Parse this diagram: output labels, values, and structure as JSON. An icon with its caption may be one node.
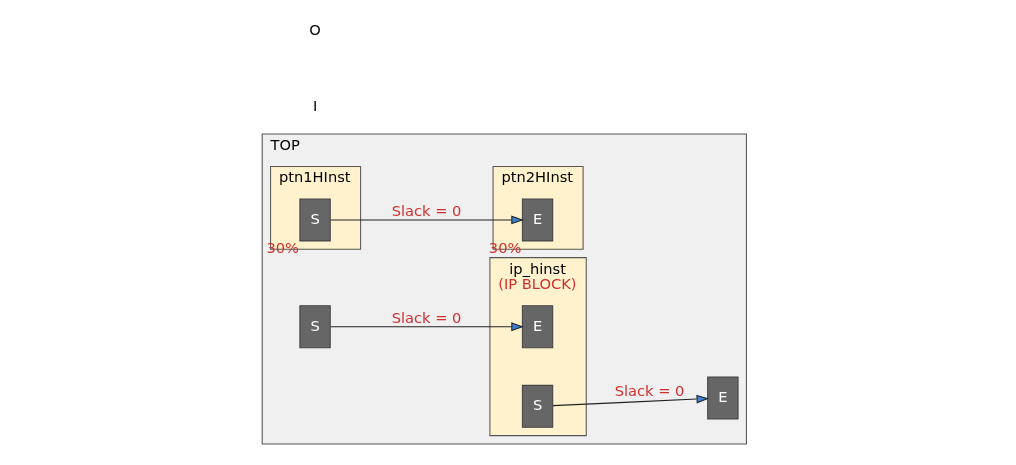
{
  "diagram": {
    "nodes": [
      {
        "text": [
          "TOP"
        ]
      },
      {
        "text": [
          "ptn1HInst"
        ],
        "in": 0
      },
      {
        "text": [
          "ip_hinst",
          "(IP BLOCK)"
        ],
        "in": 0
      },
      {
        "text": [
          "ptn2HInst"
        ],
        "in": 0
      },
      {
        "text": [
          "S"
        ],
        "in": 0
      },
      {
        "text": [
          "E"
        ],
        "in": 2
      },
      {
        "text": [
          "S"
        ],
        "in": 2
      },
      {
        "text": [
          "E"
        ],
        "in": 0
      },
      {
        "text": [
          "S"
        ],
        "in": 1,
        "beside": [
          "30%"
        ]
      },
      {
        "text": [
          "E"
        ],
        "in": 3,
        "beside": [
          "30%"
        ]
      }
    ],
    "edges": [
      {
        "from": 4,
        "to": 5,
        "arrow": "to",
        "label": "Slack = 0"
      },
      {
        "from": 6,
        "to": 7,
        "arrow": "to",
        "label": "Slack = 0"
      },
      {
        "from": 8,
        "to": 9,
        "arrow": "to",
        "label": "Slack = 0"
      }
    ],
    "labels": [
      "I",
      "O"
    ]
  }
}
